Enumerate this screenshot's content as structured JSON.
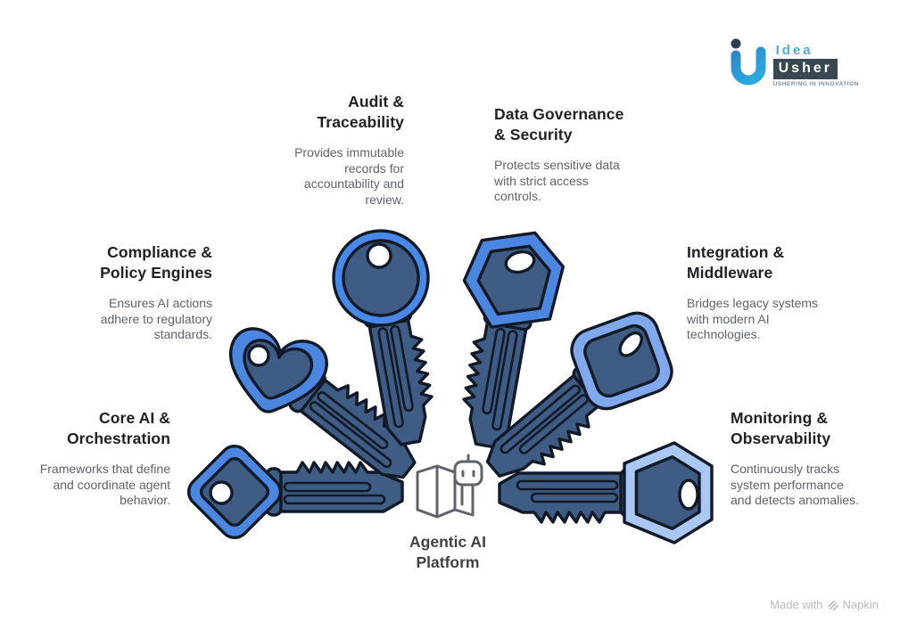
{
  "page": {
    "background": "#ffffff"
  },
  "logo": {
    "brand_top": "Idea",
    "brand_bottom": "Usher",
    "tagline": "USHERING IN INNOVATION",
    "mark_dot_color": "#2b3f52",
    "mark_gradient_start": "#2f86c8",
    "mark_gradient_end": "#2aa8e0",
    "brand_top_color": "#58a7dc",
    "brand_bottom_bg": "#3a4750"
  },
  "sections": [
    {
      "id": "audit-traceability",
      "title_lines": [
        "Audit &",
        "Traceability"
      ],
      "desc_lines": [
        "Provides immutable",
        "records for",
        "accountability and",
        "review."
      ],
      "align": "right"
    },
    {
      "id": "data-governance-security",
      "title_lines": [
        "Data Governance",
        "& Security"
      ],
      "desc_lines": [
        "Protects sensitive data",
        "with strict access",
        "controls."
      ],
      "align": "left"
    },
    {
      "id": "compliance-policy-engines",
      "title_lines": [
        "Compliance &",
        "Policy Engines"
      ],
      "desc_lines": [
        "Ensures AI actions",
        "adhere to regulatory",
        "standards."
      ],
      "align": "right"
    },
    {
      "id": "integration-middleware",
      "title_lines": [
        "Integration &",
        "Middleware"
      ],
      "desc_lines": [
        "Bridges legacy systems",
        "with modern AI",
        "technologies."
      ],
      "align": "left"
    },
    {
      "id": "core-ai-orchestration",
      "title_lines": [
        "Core AI &",
        "Orchestration"
      ],
      "desc_lines": [
        "Frameworks that define",
        "and coordinate agent",
        "behavior."
      ],
      "align": "right"
    },
    {
      "id": "monitoring-observability",
      "title_lines": [
        "Monitoring &",
        "Observability"
      ],
      "desc_lines": [
        "Continuously tracks",
        "system performance",
        "and detects anomalies."
      ],
      "align": "left"
    }
  ],
  "center": {
    "title_lines": [
      "Agentic AI",
      "Platform"
    ],
    "icon": "map-robot-icon"
  },
  "keys": [
    {
      "name": "core-ai-key",
      "shape": "diamond",
      "ring": "#4b87e0"
    },
    {
      "name": "compliance-key",
      "shape": "clover",
      "ring": "#4b87e0"
    },
    {
      "name": "audit-key",
      "shape": "round",
      "ring": "#4788e8"
    },
    {
      "name": "data-governance-key",
      "shape": "hexagon",
      "ring": "#4b87e0"
    },
    {
      "name": "integration-key",
      "shape": "rounded-square",
      "ring": "#7fa9ea"
    },
    {
      "name": "monitoring-key",
      "shape": "hexagon-tall",
      "ring": "#a9c8f4"
    }
  ],
  "colors": {
    "key_body": "#3e5c84",
    "key_outline": "#111a26",
    "title": "#202124",
    "description": "#5f6368",
    "center_label": "#3f4245",
    "footer": "#b9bcc0"
  },
  "footer": {
    "made_with": "Made with",
    "brand": "Napkin"
  }
}
